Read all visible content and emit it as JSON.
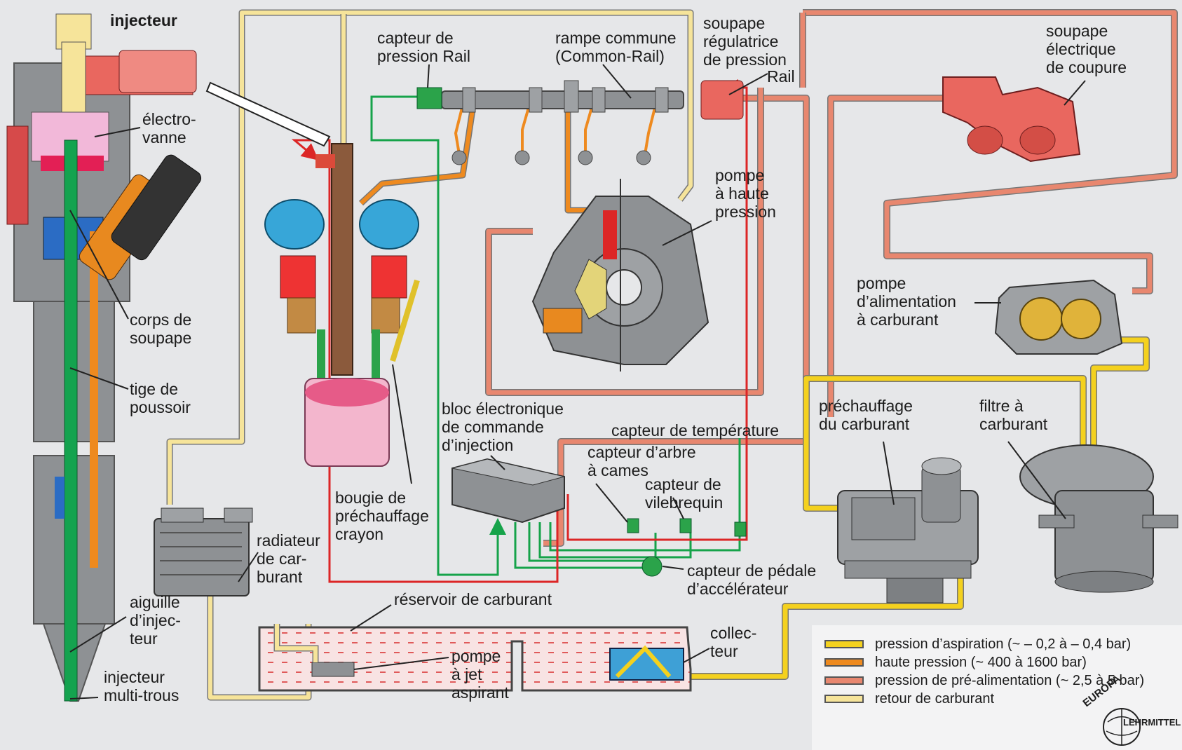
{
  "labels": {
    "injecteur": "injecteur",
    "electrovanne": "électro-\nvanne",
    "corps_soupape": "corps de\nsoupape",
    "tige_poussoir": "tige de\npoussoir",
    "aiguille": "aiguille\nd’injec-\nteur",
    "injecteur_multitrous": "injecteur\nmulti-trous",
    "capteur_pression_rail": "capteur de\npression Rail",
    "rampe_commune": "rampe commune\n(Common-Rail)",
    "soupape_regulatrice": "soupape\nrégulatrice\nde pression",
    "soupape_regulatrice_rail": "Rail",
    "soupape_coupure": "soupape\nélectrique\nde coupure",
    "pompe_haute_pression": "pompe\nà haute\npression",
    "pompe_alimentation": "pompe\nd’alimentation\nà carburant",
    "bougie": "bougie de\npréchauffage\ncrayon",
    "bloc_electronique": "bloc électronique\nde commande\nd’injection",
    "capteur_temperature": "capteur de température",
    "capteur_arbre": "capteur d’arbre\nà cames",
    "capteur_vilebrequin": "capteur de\nvilebrequin",
    "capteur_pedale": "capteur de pédale\nd’accélérateur",
    "prechauffage_carburant": "préchauffage\ndu carburant",
    "filtre_carburant": "filtre à\ncarburant",
    "radiateur": "radiateur\nde car-\nburant",
    "reservoir": "réservoir de carburant",
    "pompe_jet": "pompe\nà jet\naspirant",
    "collecteur": "collec-\nteur"
  },
  "legend": [
    {
      "text": "pression d’aspiration (~ – 0,2 à – 0,4 bar)",
      "color": "#f4d11e"
    },
    {
      "text": "haute pression (~ 400 à 1600 bar)",
      "color": "#ee8a1f"
    },
    {
      "text": "pression de pré-alimentation (~ 2,5 à 5 bar)",
      "color": "#e8876f"
    },
    {
      "text": "retour de carburant",
      "color": "#f6e49a"
    }
  ],
  "logo": {
    "top": "EUROPA",
    "bottom": "LEHRMITTEL"
  },
  "colors": {
    "suction": "#f4d11e",
    "high_pressure": "#ee8a1f",
    "pre_feed": "#e8876f",
    "return": "#f6e49a",
    "signal_green": "#16a34a",
    "signal_red": "#dc2626"
  }
}
